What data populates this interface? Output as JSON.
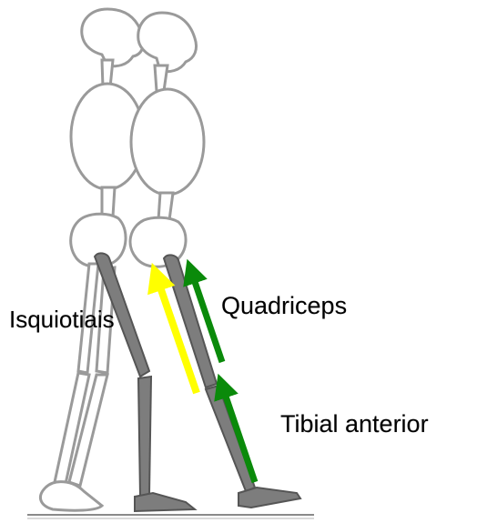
{
  "labels": {
    "isquiotibiais": "Isquiotiais",
    "quadriceps": "Quadriceps",
    "tibial_anterior": "Tibial anterior"
  },
  "colors": {
    "outline": "#9a9a9a",
    "bone_fill": "#7d7d7d",
    "bone_stroke": "#555555",
    "arrow_yellow": "#ffff00",
    "arrow_green": "#0a8a0a"
  }
}
